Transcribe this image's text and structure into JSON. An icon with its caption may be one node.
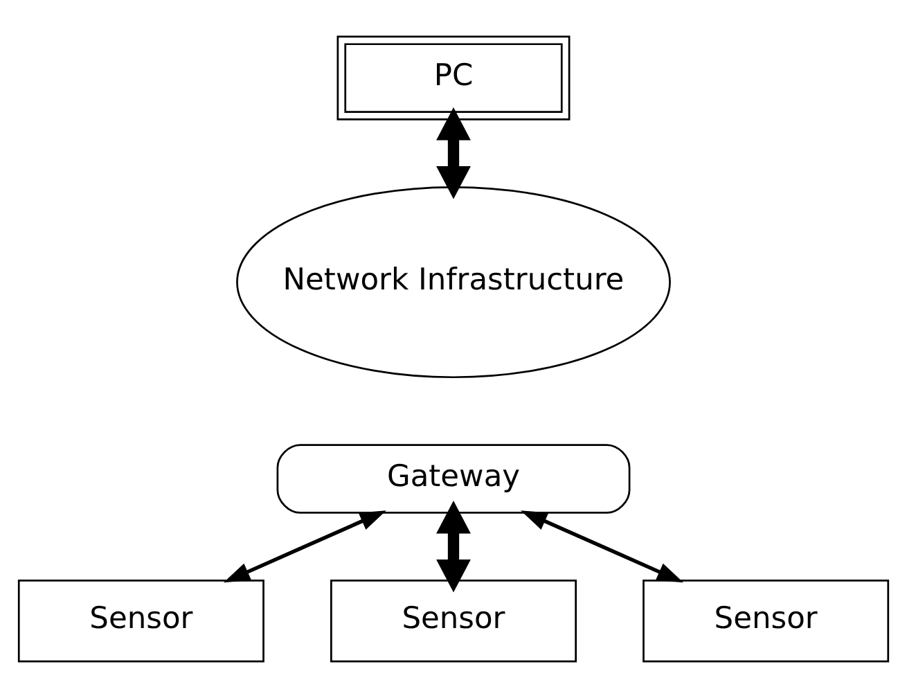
{
  "diagram": {
    "nodes": [
      {
        "text": [
          "PC"
        ]
      },
      {
        "text": [
          "Network Infrastructure"
        ]
      },
      {
        "text": [
          "Gateway"
        ]
      },
      {
        "text": [
          "Sensor"
        ]
      },
      {
        "text": [
          "Sensor"
        ]
      },
      {
        "text": [
          "Sensor"
        ]
      }
    ],
    "edges": [
      {
        "from": 0,
        "to": 1,
        "arrow": "both",
        "style": "thick"
      },
      {
        "from": 2,
        "to": 3,
        "arrow": "both"
      },
      {
        "from": 2,
        "to": 4,
        "arrow": "both",
        "style": "thick"
      },
      {
        "from": 2,
        "to": 5,
        "arrow": "both"
      }
    ]
  }
}
